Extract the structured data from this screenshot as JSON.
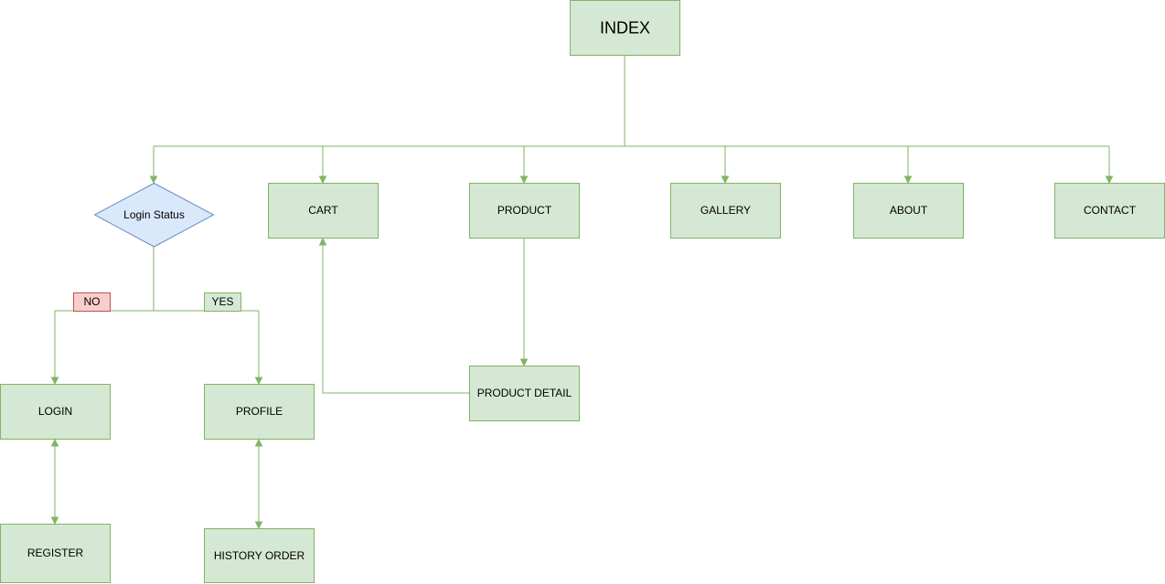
{
  "diagram": {
    "nodes": {
      "index": "INDEX",
      "login_status": "Login Status",
      "cart": "CART",
      "product": "PRODUCT",
      "gallery": "GALLERY",
      "about": "ABOUT",
      "contact": "CONTACT",
      "product_detail": "PRODUCT DETAIL",
      "login": "LOGIN",
      "profile": "PROFILE",
      "register": "REGISTER",
      "history_order": "HISTORY ORDER"
    },
    "branch_labels": {
      "no": "NO",
      "yes": "YES"
    },
    "colors": {
      "node_fill": "#d5e8d4",
      "node_stroke": "#82b366",
      "decision_fill": "#dae8fc",
      "decision_stroke": "#6c8ebf",
      "no_fill": "#f8cecc",
      "no_stroke": "#b85450"
    }
  }
}
